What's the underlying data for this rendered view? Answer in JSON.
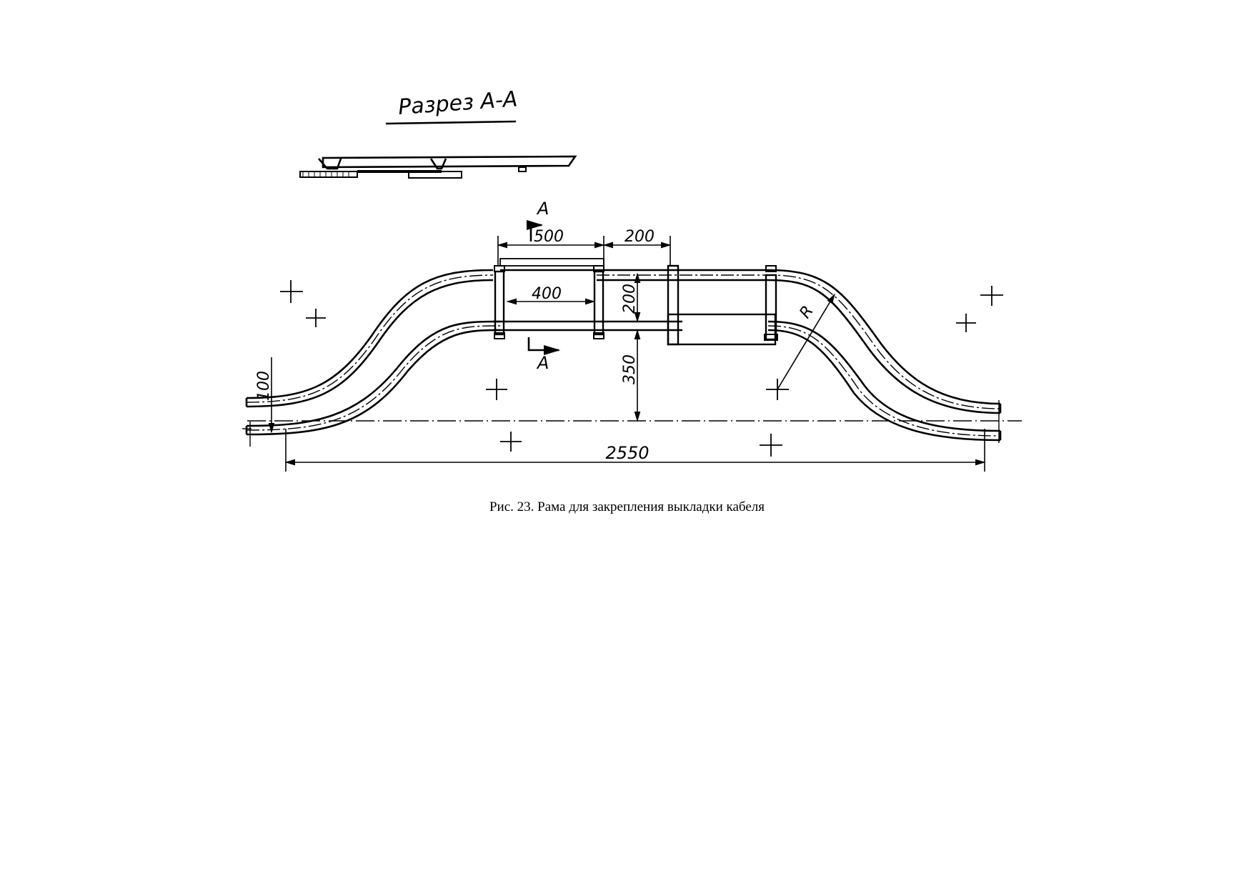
{
  "drawing": {
    "section_title": "Разрез А-А",
    "section_mark_top": "А",
    "section_mark_bottom": "А",
    "dims": {
      "d500": "500",
      "d200_top": "200",
      "d400": "400",
      "d200_vert": "200",
      "d350": "350",
      "d100": "100",
      "d2550": "2550",
      "radius": "R"
    }
  },
  "caption": "Рис. 23. Рама для закрепления выкладки кабеля"
}
